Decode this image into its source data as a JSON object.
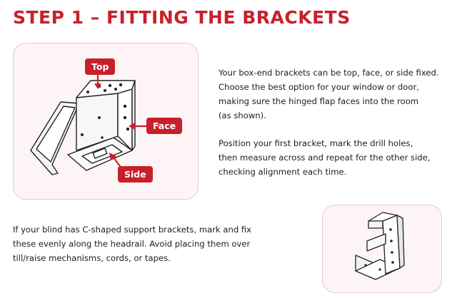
{
  "title": "STEP 1 – FITTING THE BRACKETS",
  "labels": {
    "top": "Top",
    "face": "Face",
    "side": "Side"
  },
  "paragraph1": [
    "Your box-end brackets can be top, face, or side fixed.",
    "Choose the best option for your window or door,",
    "making sure the hinged flap faces into the room",
    "(as shown)."
  ],
  "paragraph2": [
    "Position your first bracket, mark the drill holes,",
    "then measure across and repeat for the other side,",
    "checking alignment each time."
  ],
  "paragraph3": [
    "If your blind has C-shaped support brackets, mark and fix",
    "these evenly along the headrail. Avoid placing them over",
    "till/raise mechanisms, cords, or tapes."
  ],
  "colors": {
    "accent": "#c8202a",
    "card_bg": "#fdf5f5",
    "card_border": "#ecc9cb",
    "text": "#1d1d1d"
  },
  "icons": {
    "main_illustration": "box-end-bracket-icon",
    "secondary_illustration": "c-shaped-bracket-icon"
  }
}
